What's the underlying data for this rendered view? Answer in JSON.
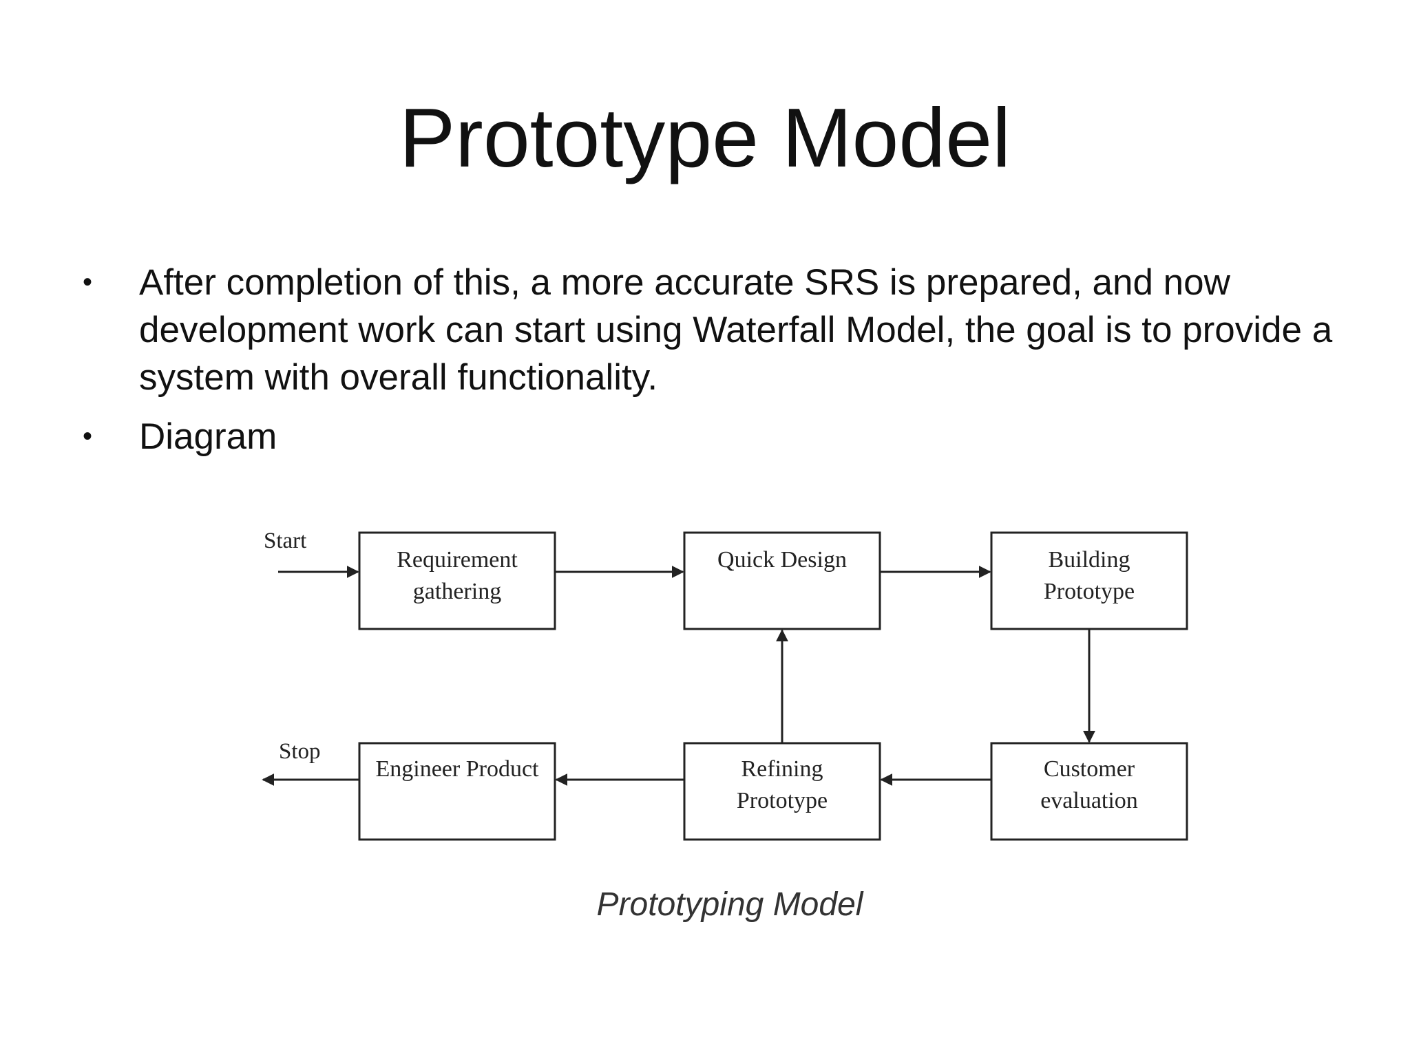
{
  "slide": {
    "title": "Prototype Model",
    "bullets": [
      {
        "symbol": "•",
        "text": "After completion of this, a more accurate SRS is prepared, and now development work can start using Waterfall Model, the goal is to provide a system with overall functionality."
      },
      {
        "symbol": "•",
        "text": "Diagram"
      }
    ]
  },
  "diagram": {
    "start_label": "Start",
    "stop_label": "Stop",
    "boxes": {
      "requirement_gathering": [
        "Requirement",
        "gathering"
      ],
      "quick_design": [
        "Quick Design"
      ],
      "building_prototype": [
        "Building",
        "Prototype"
      ],
      "customer_evaluation": [
        "Customer",
        "evaluation"
      ],
      "refining_prototype": [
        "Refining",
        "Prototype"
      ],
      "engineer_product": [
        "Engineer Product"
      ]
    },
    "caption": "Prototyping Model",
    "line_color": "#222222"
  }
}
